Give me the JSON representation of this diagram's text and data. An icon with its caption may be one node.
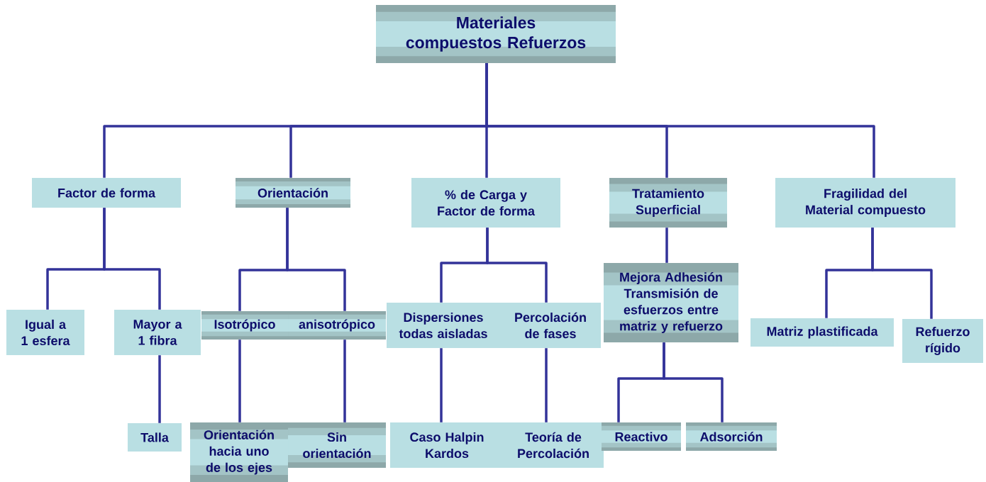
{
  "diagram": {
    "nodes": [
      {
        "text": [
          "Materiales compuestos Refuerzos"
        ]
      },
      {
        "text": [
          "Factor de forma"
        ]
      },
      {
        "text": [
          "Orientación"
        ]
      },
      {
        "text": [
          "% de Carga y Factor de forma"
        ]
      },
      {
        "text": [
          "Tratamiento Superficial"
        ]
      },
      {
        "text": [
          "Fragilidad del Material compuesto"
        ]
      },
      {
        "text": [
          "Igual a 1 esfera"
        ]
      },
      {
        "text": [
          "Mayor a 1 fibra"
        ]
      },
      {
        "text": [
          "Talla"
        ]
      },
      {
        "text": [
          "Isotrópico"
        ]
      },
      {
        "text": [
          "anisotrópico"
        ]
      },
      {
        "text": [
          "Orientación hacia uno de los ejes"
        ]
      },
      {
        "text": [
          "Sin orientación"
        ]
      },
      {
        "text": [
          "Dispersiones todas aisladas"
        ]
      },
      {
        "text": [
          "Percolación de fases"
        ]
      },
      {
        "text": [
          "Caso Halpin Kardos"
        ]
      },
      {
        "text": [
          "Teoría de Percolación"
        ]
      },
      {
        "text": [
          "Mejora Adhesión Transmisión de esfuerzos entre matriz y refuerzo"
        ]
      },
      {
        "text": [
          "Reactivo"
        ]
      },
      {
        "text": [
          "Adsorción"
        ]
      },
      {
        "text": [
          "Matriz plastificada"
        ]
      },
      {
        "text": [
          "Refuerzo rígido"
        ]
      }
    ],
    "edges": [
      {
        "from": 0,
        "to": 1,
        "arrow": "none"
      },
      {
        "from": 0,
        "to": 2,
        "arrow": "none"
      },
      {
        "from": 0,
        "to": 3,
        "arrow": "none"
      },
      {
        "from": 0,
        "to": 4,
        "arrow": "none"
      },
      {
        "from": 0,
        "to": 5,
        "arrow": "none"
      },
      {
        "from": 1,
        "to": 6,
        "arrow": "none"
      },
      {
        "from": 1,
        "to": 7,
        "arrow": "none"
      },
      {
        "from": 7,
        "to": 8,
        "arrow": "none"
      },
      {
        "from": 2,
        "to": 9,
        "arrow": "none"
      },
      {
        "from": 2,
        "to": 10,
        "arrow": "none"
      },
      {
        "from": 9,
        "to": 11,
        "arrow": "none"
      },
      {
        "from": 10,
        "to": 12,
        "arrow": "none"
      },
      {
        "from": 3,
        "to": 13,
        "arrow": "none"
      },
      {
        "from": 3,
        "to": 14,
        "arrow": "none"
      },
      {
        "from": 13,
        "to": 15,
        "arrow": "none"
      },
      {
        "from": 14,
        "to": 16,
        "arrow": "none"
      },
      {
        "from": 4,
        "to": 17,
        "arrow": "none"
      },
      {
        "from": 17,
        "to": 18,
        "arrow": "none"
      },
      {
        "from": 17,
        "to": 19,
        "arrow": "none"
      },
      {
        "from": 5,
        "to": 20,
        "arrow": "none"
      },
      {
        "from": 5,
        "to": 21,
        "arrow": "none"
      }
    ]
  }
}
